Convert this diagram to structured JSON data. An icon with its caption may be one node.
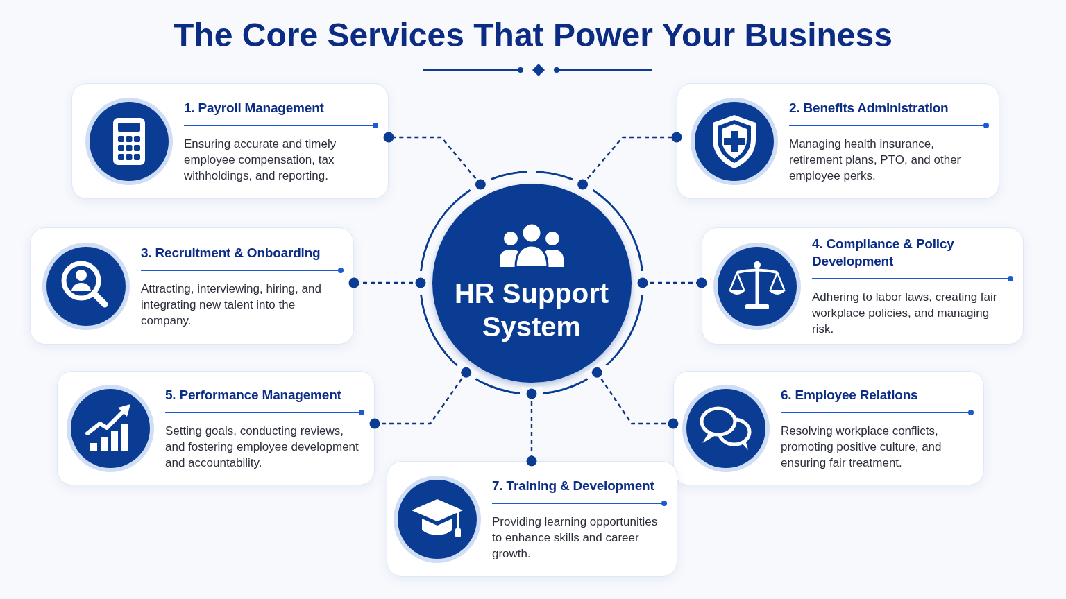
{
  "diagram": {
    "title": "The Core Services That Power Your Business",
    "nodes": [
      {
        "text": [
          "1. Payroll Management",
          "Ensuring accurate and timely employee compensation, tax withholdings, and reporting."
        ]
      },
      {
        "text": [
          "2. Benefits Administration",
          "Managing health insurance, retirement plans, PTO, and other employee perks."
        ]
      },
      {
        "text": [
          "HR Support System"
        ]
      },
      {
        "text": [
          "3. Recruitment & Onboarding",
          "Attracting, interviewing, hiring, and integrating new talent into the company."
        ]
      },
      {
        "text": [
          "4. Compliance & Policy Development",
          "Adhering to labor laws, creating fair workplace policies, and managing risk."
        ]
      },
      {
        "text": [
          "5. Performance Management",
          "Setting goals, conducting reviews, and fostering employee development and accountability."
        ]
      },
      {
        "text": [
          "6. Employee Relations",
          "Resolving workplace conflicts, promoting positive culture, and ensuring fair treatment."
        ]
      },
      {
        "text": [
          "7. Training & Development",
          "Providing learning opportunities to enhance skills and career growth."
        ]
      }
    ],
    "edges": [
      {
        "from": 2,
        "to": 0,
        "arrow": "other",
        "style": "dashed"
      },
      {
        "from": 2,
        "to": 1,
        "arrow": "other",
        "style": "dashed"
      },
      {
        "from": 2,
        "to": 3,
        "arrow": "other",
        "style": "dashed"
      },
      {
        "from": 2,
        "to": 4,
        "arrow": "other",
        "style": "dashed"
      },
      {
        "from": 2,
        "to": 5,
        "arrow": "other",
        "style": "dashed"
      },
      {
        "from": 2,
        "to": 6,
        "arrow": "other",
        "style": "dashed"
      },
      {
        "from": 2,
        "to": 7,
        "arrow": "other",
        "style": "dashed"
      }
    ]
  }
}
